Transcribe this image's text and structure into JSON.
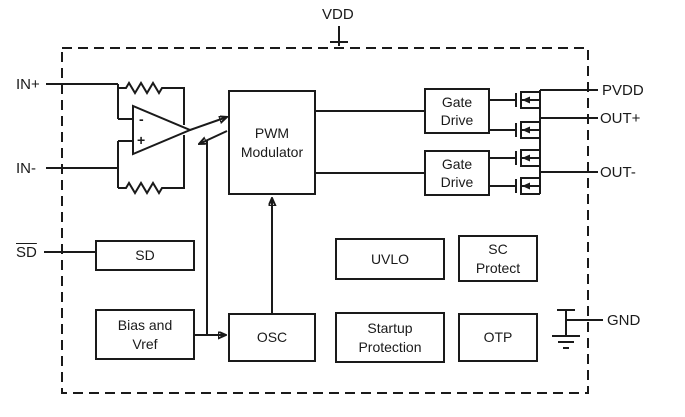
{
  "pins": {
    "vdd": "VDD",
    "in_plus": "IN+",
    "in_minus": "IN-",
    "sd": "SD",
    "pvdd": "PVDD",
    "out_plus": "OUT+",
    "out_minus": "OUT-",
    "gnd": "GND"
  },
  "blocks": {
    "pwm_modulator": "PWM\nModulator",
    "gate_drive_top": "Gate\nDrive",
    "gate_drive_bottom": "Gate\nDrive",
    "sd": "SD",
    "uvlo": "UVLO",
    "sc_protect": "SC\nProtect",
    "bias_vref": "Bias and\nVref",
    "osc": "OSC",
    "startup_protection": "Startup\nProtection",
    "otp": "OTP"
  },
  "opamp": {
    "inverting_label": "-",
    "noninverting_label": "+"
  },
  "colors": {
    "line": "#1a1a1a",
    "background": "#ffffff"
  }
}
